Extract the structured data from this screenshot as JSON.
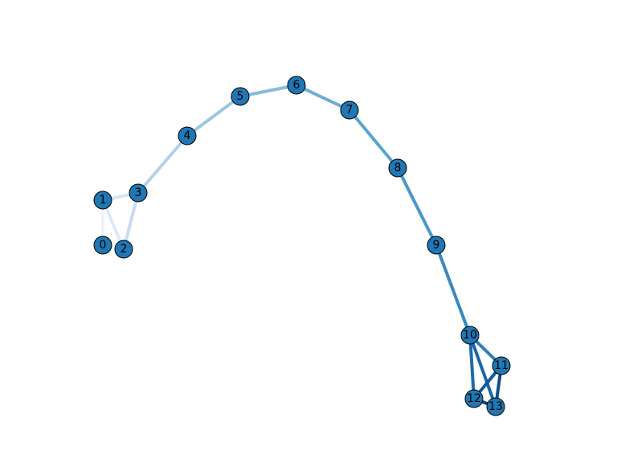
{
  "graph": {
    "nodes": [
      {
        "id": "0",
        "label": "0"
      },
      {
        "id": "1",
        "label": "1"
      },
      {
        "id": "2",
        "label": "2"
      },
      {
        "id": "3",
        "label": "3"
      },
      {
        "id": "4",
        "label": "4"
      },
      {
        "id": "5",
        "label": "5"
      },
      {
        "id": "6",
        "label": "6"
      },
      {
        "id": "7",
        "label": "7"
      },
      {
        "id": "8",
        "label": "8"
      },
      {
        "id": "9",
        "label": "9"
      },
      {
        "id": "10",
        "label": "10"
      },
      {
        "id": "11",
        "label": "11"
      },
      {
        "id": "12",
        "label": "12"
      },
      {
        "id": "13",
        "label": "13"
      }
    ],
    "edges": [
      {
        "source": "0",
        "target": "1",
        "color": "#eaf2fb"
      },
      {
        "source": "1",
        "target": "2",
        "color": "#dce9f6"
      },
      {
        "source": "1",
        "target": "3",
        "color": "#d6e5f4"
      },
      {
        "source": "2",
        "target": "3",
        "color": "#c8dcf0"
      },
      {
        "source": "3",
        "target": "4",
        "color": "#b0d2e8"
      },
      {
        "source": "4",
        "target": "5",
        "color": "#9ac8e0"
      },
      {
        "source": "5",
        "target": "6",
        "color": "#85bcdc"
      },
      {
        "source": "6",
        "target": "7",
        "color": "#6dafd7"
      },
      {
        "source": "7",
        "target": "8",
        "color": "#5ba3d0"
      },
      {
        "source": "8",
        "target": "9",
        "color": "#4a98c9"
      },
      {
        "source": "9",
        "target": "10",
        "color": "#3a88c0"
      },
      {
        "source": "10",
        "target": "11",
        "color": "#2e7ebc"
      },
      {
        "source": "10",
        "target": "12",
        "color": "#1c6bb0"
      },
      {
        "source": "10",
        "target": "13",
        "color": "#1a66ad"
      },
      {
        "source": "11",
        "target": "12",
        "color": "#1359a1"
      },
      {
        "source": "11",
        "target": "13",
        "color": "#0f4d91"
      },
      {
        "source": "12",
        "target": "13",
        "color": "#0b4286"
      }
    ],
    "node_fill": "#1f77b4",
    "node_stroke": "#000000",
    "label_color": "#000000"
  }
}
